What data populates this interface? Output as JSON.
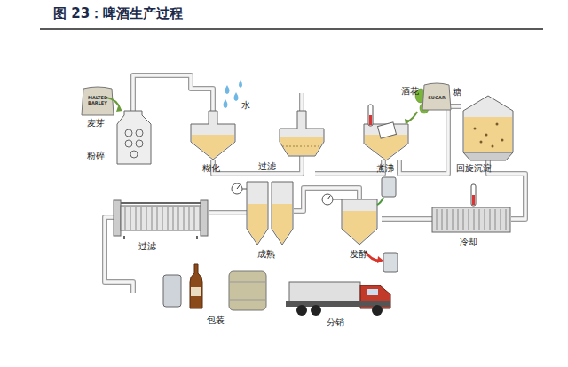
{
  "diagram": {
    "title": "图 23：啤酒生产过程",
    "labels": [
      "麦芽",
      "MALTED BARLEY",
      "粉碎",
      "水",
      "糊化",
      "过滤",
      "煮沸",
      "酒花",
      "SUGAR",
      "糖",
      "回旋沉淀",
      "冷却",
      "发酵",
      "成熟",
      "过滤",
      "包装",
      "分销"
    ]
  }
}
